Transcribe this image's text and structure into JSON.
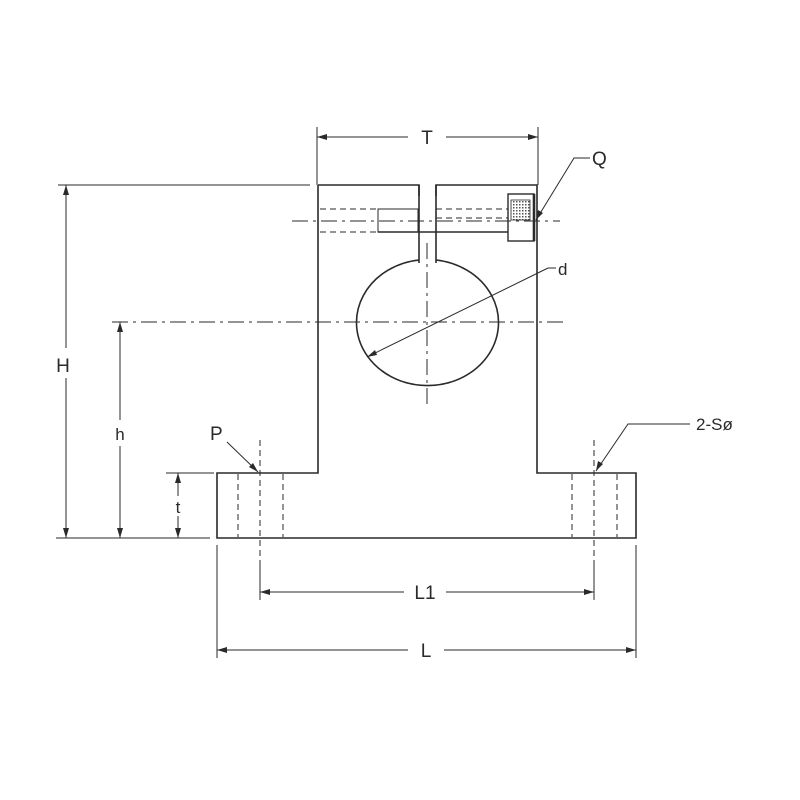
{
  "labels": {
    "T": "T",
    "Q": "Q",
    "d": "d",
    "H": "H",
    "h": "h",
    "P": "P",
    "S": "2-Sø",
    "t": "t",
    "L1": "L1",
    "L": "L"
  },
  "colors": {
    "line": "#2a2a2a",
    "background": "#ffffff"
  }
}
